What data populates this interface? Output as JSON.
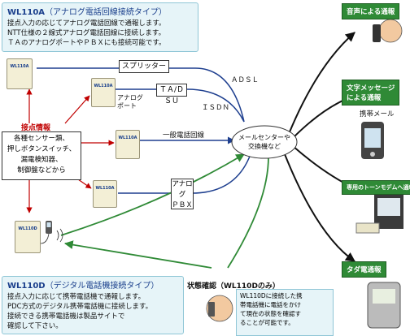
{
  "wl110a": {
    "model": "WL110A",
    "subtitle": "（アナログ電話回線接続タイプ）",
    "lines": [
      "接点入力の応じてアナログ電話回線で通報します。",
      "NTT仕様の２線式アナログ電話回線に接続します。",
      "ＴＡのアナログポートやＰＢＸにも接続可能です。"
    ]
  },
  "wl110d": {
    "model": "WL110D",
    "subtitle": "（デジタル電話機接続タイプ）",
    "lines": [
      "接点入力に応じて携帯電話機で通報します。",
      "PDC方式のデジタル携帯電話機に接続します。",
      "接続できる携帯電話機は製品サイトで",
      "確認して下さい。"
    ]
  },
  "device_labels": {
    "a": "WL110A",
    "d": "WL110D"
  },
  "contact": {
    "title": "接点情報",
    "lines": [
      "各種センサー類、",
      "押しボタンスイッチ、",
      "漏電検知器、",
      "制御盤などから"
    ]
  },
  "connections": {
    "splitter": "スプリッター",
    "ta_dsu": "ＴＡ/ＤＳＵ",
    "adsl": "ＡＤＳＬ",
    "isdn": "ＩＳＤＮ",
    "analog_port": [
      "アナログ",
      "ポート"
    ],
    "general_line": "一般電話回線",
    "pbx": [
      "アナログ",
      "ＰＢＸ"
    ]
  },
  "center": {
    "lines": [
      "メールセンターや",
      "交換機など"
    ]
  },
  "outputs": {
    "voice": "音声による通報",
    "text": [
      "文字メッセージ",
      "による通報"
    ],
    "text_sub": "携帯メール",
    "modem": "専用のトーンモデムへ通報",
    "pager": "タダ電通報"
  },
  "status": {
    "title": "状態確認（WL110Dのみ）",
    "lines": [
      "WL110Dに接続した携",
      "帯電話機に電話をかけ",
      "て現在の状態を確認す",
      "ることが可能です。"
    ]
  },
  "colors": {
    "line_blue": "#1e3f8f",
    "line_green": "#2f8a36",
    "accent_red": "#c00000",
    "title_blue": "#1a3f8c"
  }
}
